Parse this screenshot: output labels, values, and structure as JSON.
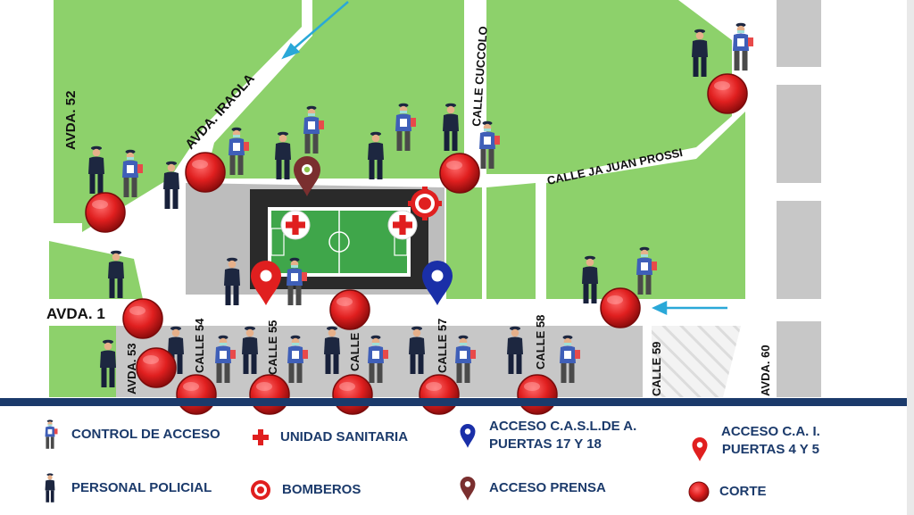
{
  "streets": {
    "avda_52": "AVDA. 52",
    "avda_iraola": "AVDA. IRAOLA",
    "calle_cuccolo": "CALLE CUCCOLO",
    "calle_juan_prossi": "CALLE JA JUAN PROSSI",
    "avda_1": "AVDA. 1",
    "avda_53": "AVDA. 53",
    "calle_54": "CALLE 54",
    "calle_55": "CALLE 55",
    "calle_56": "CALLE 5",
    "calle_57": "CALLE 57",
    "calle_58": "CALLE 58",
    "calle_59": "CALLE 59",
    "avda_60": "AVDA. 60"
  },
  "colors": {
    "park": "#8dd16b",
    "road": "#ffffff",
    "plaza": "#c7c7c7",
    "corte": "#e01f1f",
    "caslda_pin": "#1a2fa8",
    "cai_pin": "#e01f1f",
    "prensa_pin": "#7a2f2f",
    "divider": "#1b3a6b",
    "legend_text": "#1b3a6b"
  },
  "legend": {
    "control_acceso": "CONTROL DE ACCESO",
    "unidad_sanitaria": "UNIDAD SANITARIA",
    "acceso_caslda": "ACCESO  C.A.S.L.DE A.\nPUERTAS 17 Y 18",
    "acceso_cai": "ACCESO  C.A. I.\nPUERTAS 4 Y 5",
    "personal_policial": "PERSONAL POLICIAL",
    "bomberos": "BOMBEROS",
    "acceso_prensa": "ACCESO PRENSA",
    "corte": "CORTE"
  },
  "icons": {
    "control": "control-officer-icon",
    "sanitaria": "red-cross-icon",
    "caslda": "blue-map-pin-icon",
    "cai": "red-map-pin-icon",
    "policial": "police-officer-icon",
    "bomberos": "firefighter-badge-icon",
    "prensa": "brown-map-pin-icon",
    "corte": "red-roadblock-circle-icon"
  }
}
